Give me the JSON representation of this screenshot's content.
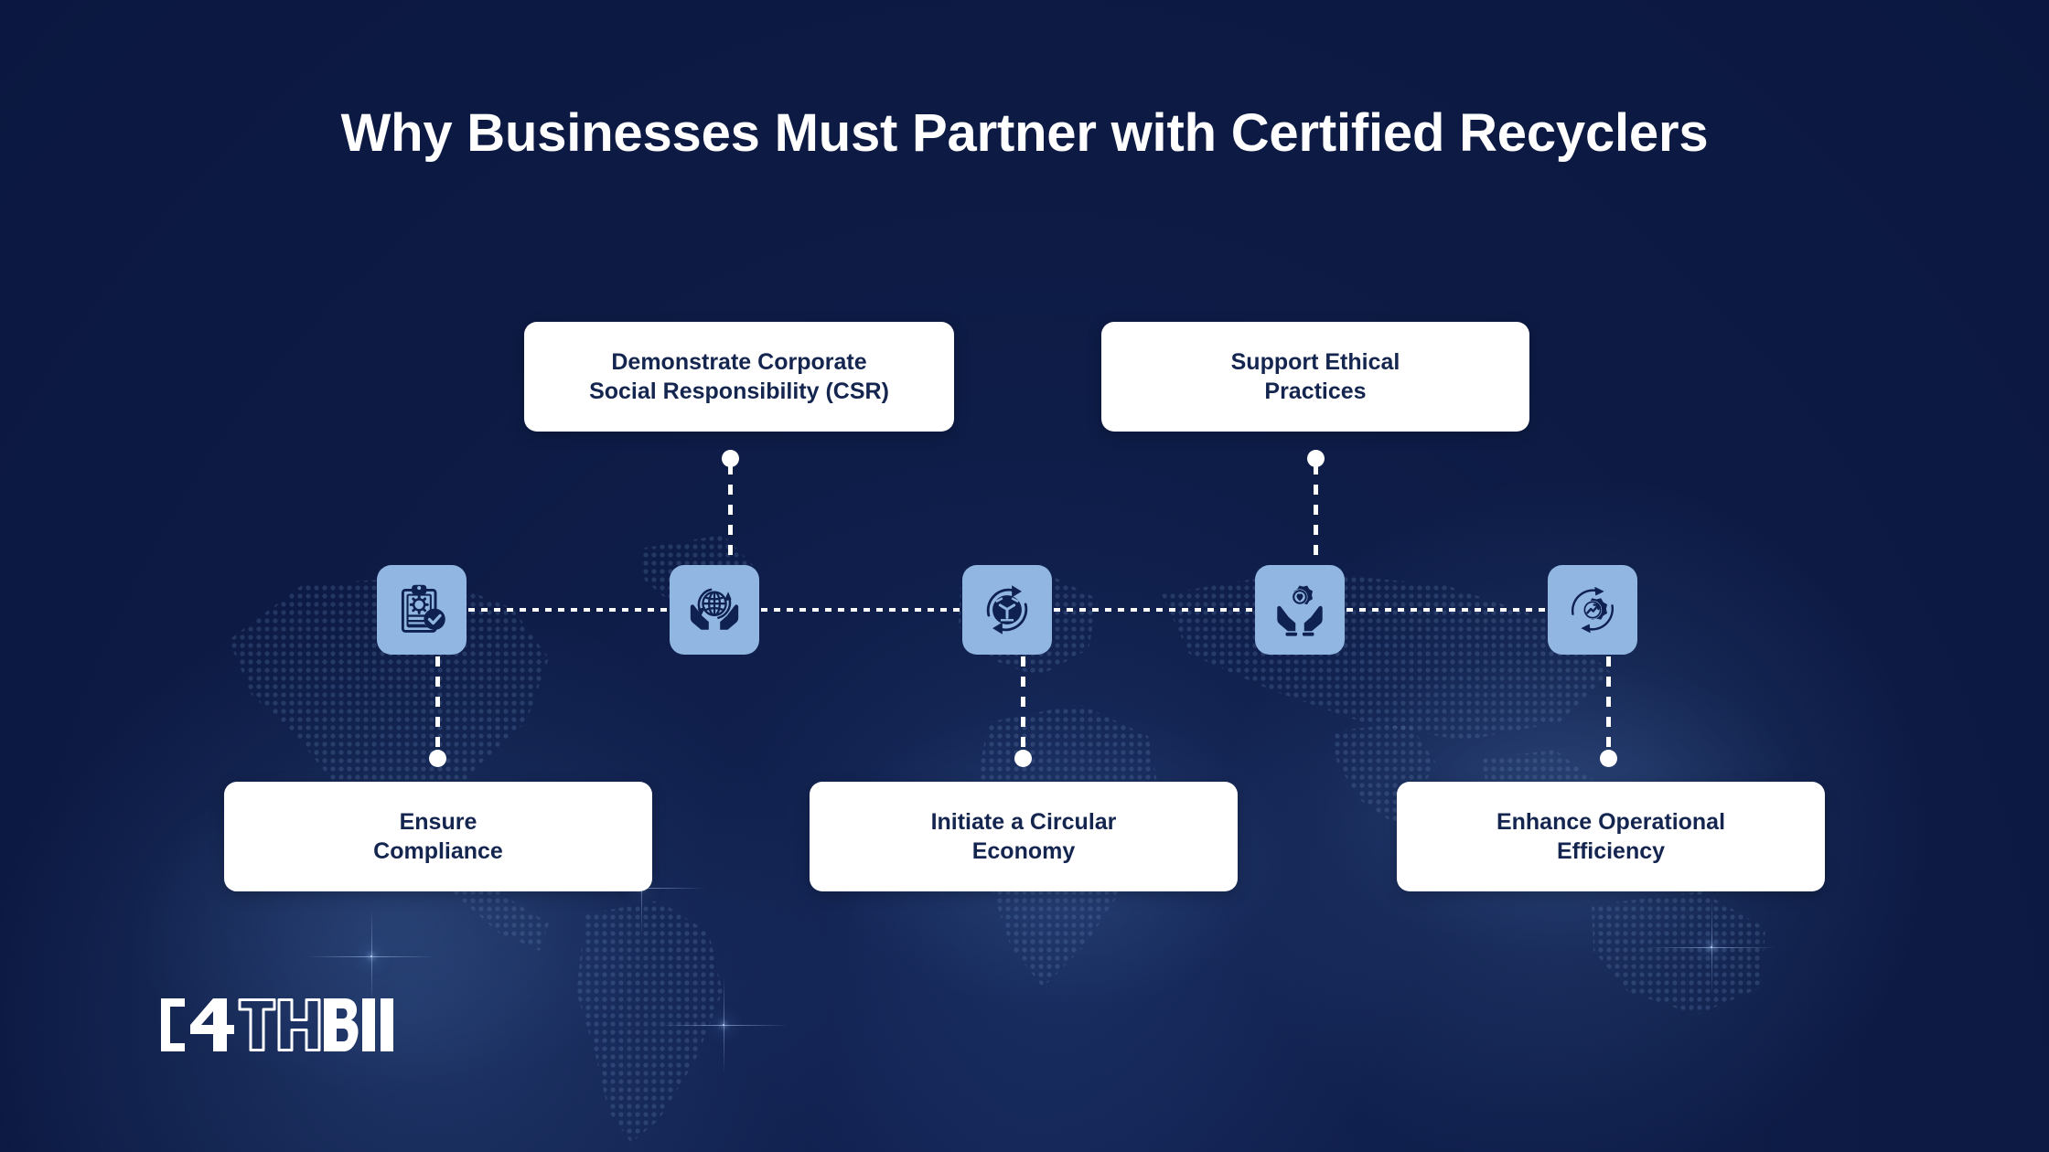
{
  "page": {
    "title": "Why Businesses Must Partner with Certified Recyclers",
    "background_color": "#0d1b45",
    "card_background_color": "#ffffff",
    "card_text_color": "#14254f",
    "icon_tile_color": "#92b6e2",
    "icon_glyph_color": "#0f2150",
    "connector_color": "#ffffff"
  },
  "logo": {
    "open_bracket": "[",
    "digit": "4",
    "outline_text": "TH",
    "solid_text": "BIN",
    "close_bracket": "]",
    "full_text": "[4THBIN]"
  },
  "diagram": {
    "type": "horizontal-timeline",
    "nodes": [
      {
        "index": 1,
        "icon": "clipboard-gear-check-icon",
        "label": "Ensure\nCompliance",
        "label_position": "below"
      },
      {
        "index": 2,
        "icon": "hands-holding-globe-recycle-icon",
        "label": "Demonstrate Corporate\nSocial Responsibility (CSR)",
        "label_position": "above"
      },
      {
        "index": 3,
        "icon": "circular-economy-recycle-icon",
        "label": "Initiate a Circular\nEconomy",
        "label_position": "below"
      },
      {
        "index": 4,
        "icon": "hands-holding-gear-heart-icon",
        "label": "Support Ethical\nPractices",
        "label_position": "above"
      },
      {
        "index": 5,
        "icon": "gear-growth-arrow-icon",
        "label": "Enhance Operational\nEfficiency",
        "label_position": "below"
      }
    ]
  }
}
